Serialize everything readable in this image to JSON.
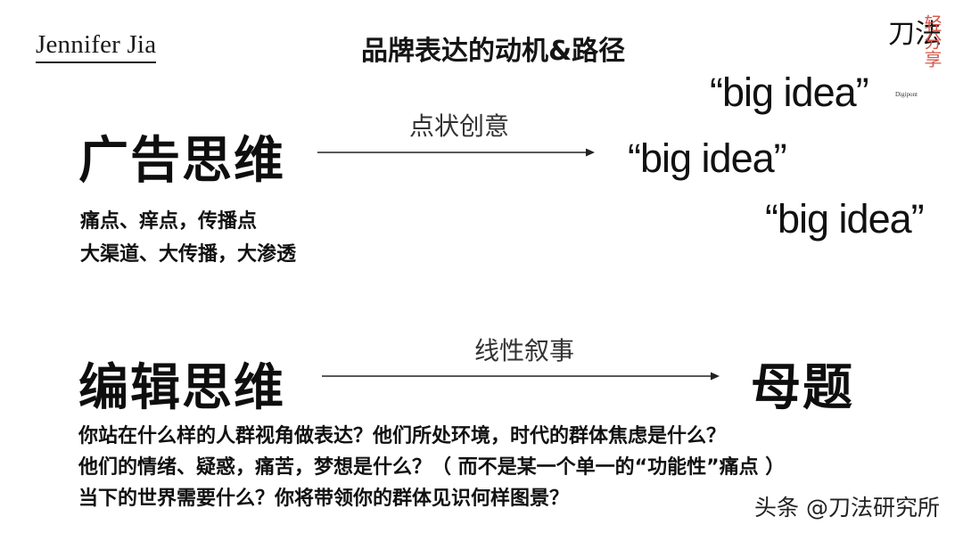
{
  "header": {
    "author": "Jennifer Jia",
    "title": "品牌表达的动机&路径"
  },
  "logo": {
    "main_text": "刀法",
    "side_text": "轻分享",
    "sub_text": "Digipont"
  },
  "section_ad": {
    "heading": "广告思维",
    "arrow_label": "点状创意",
    "lines": [
      "痛点、痒点，传播点",
      "大渠道、大传播，大渗透"
    ],
    "outputs": [
      "“big idea”",
      "“big idea”",
      "“big idea”"
    ]
  },
  "section_edit": {
    "heading": "编辑思维",
    "arrow_label": "线性叙事",
    "output": "母题",
    "lines": [
      "你站在什么样的人群视角做表达？他们所处环境，时代的群体焦虑是什么？",
      "他们的情绪、疑惑，痛苦，梦想是什么？（ 而不是某一个单一的“功能性”痛点 ）",
      "当下的世界需要什么？你将带领你的群体见识何样图景？"
    ]
  },
  "watermark": {
    "text": "头条 @刀法研究所"
  },
  "colors": {
    "text": "#111111",
    "accent_red": "#d4574a",
    "background": "#ffffff"
  }
}
